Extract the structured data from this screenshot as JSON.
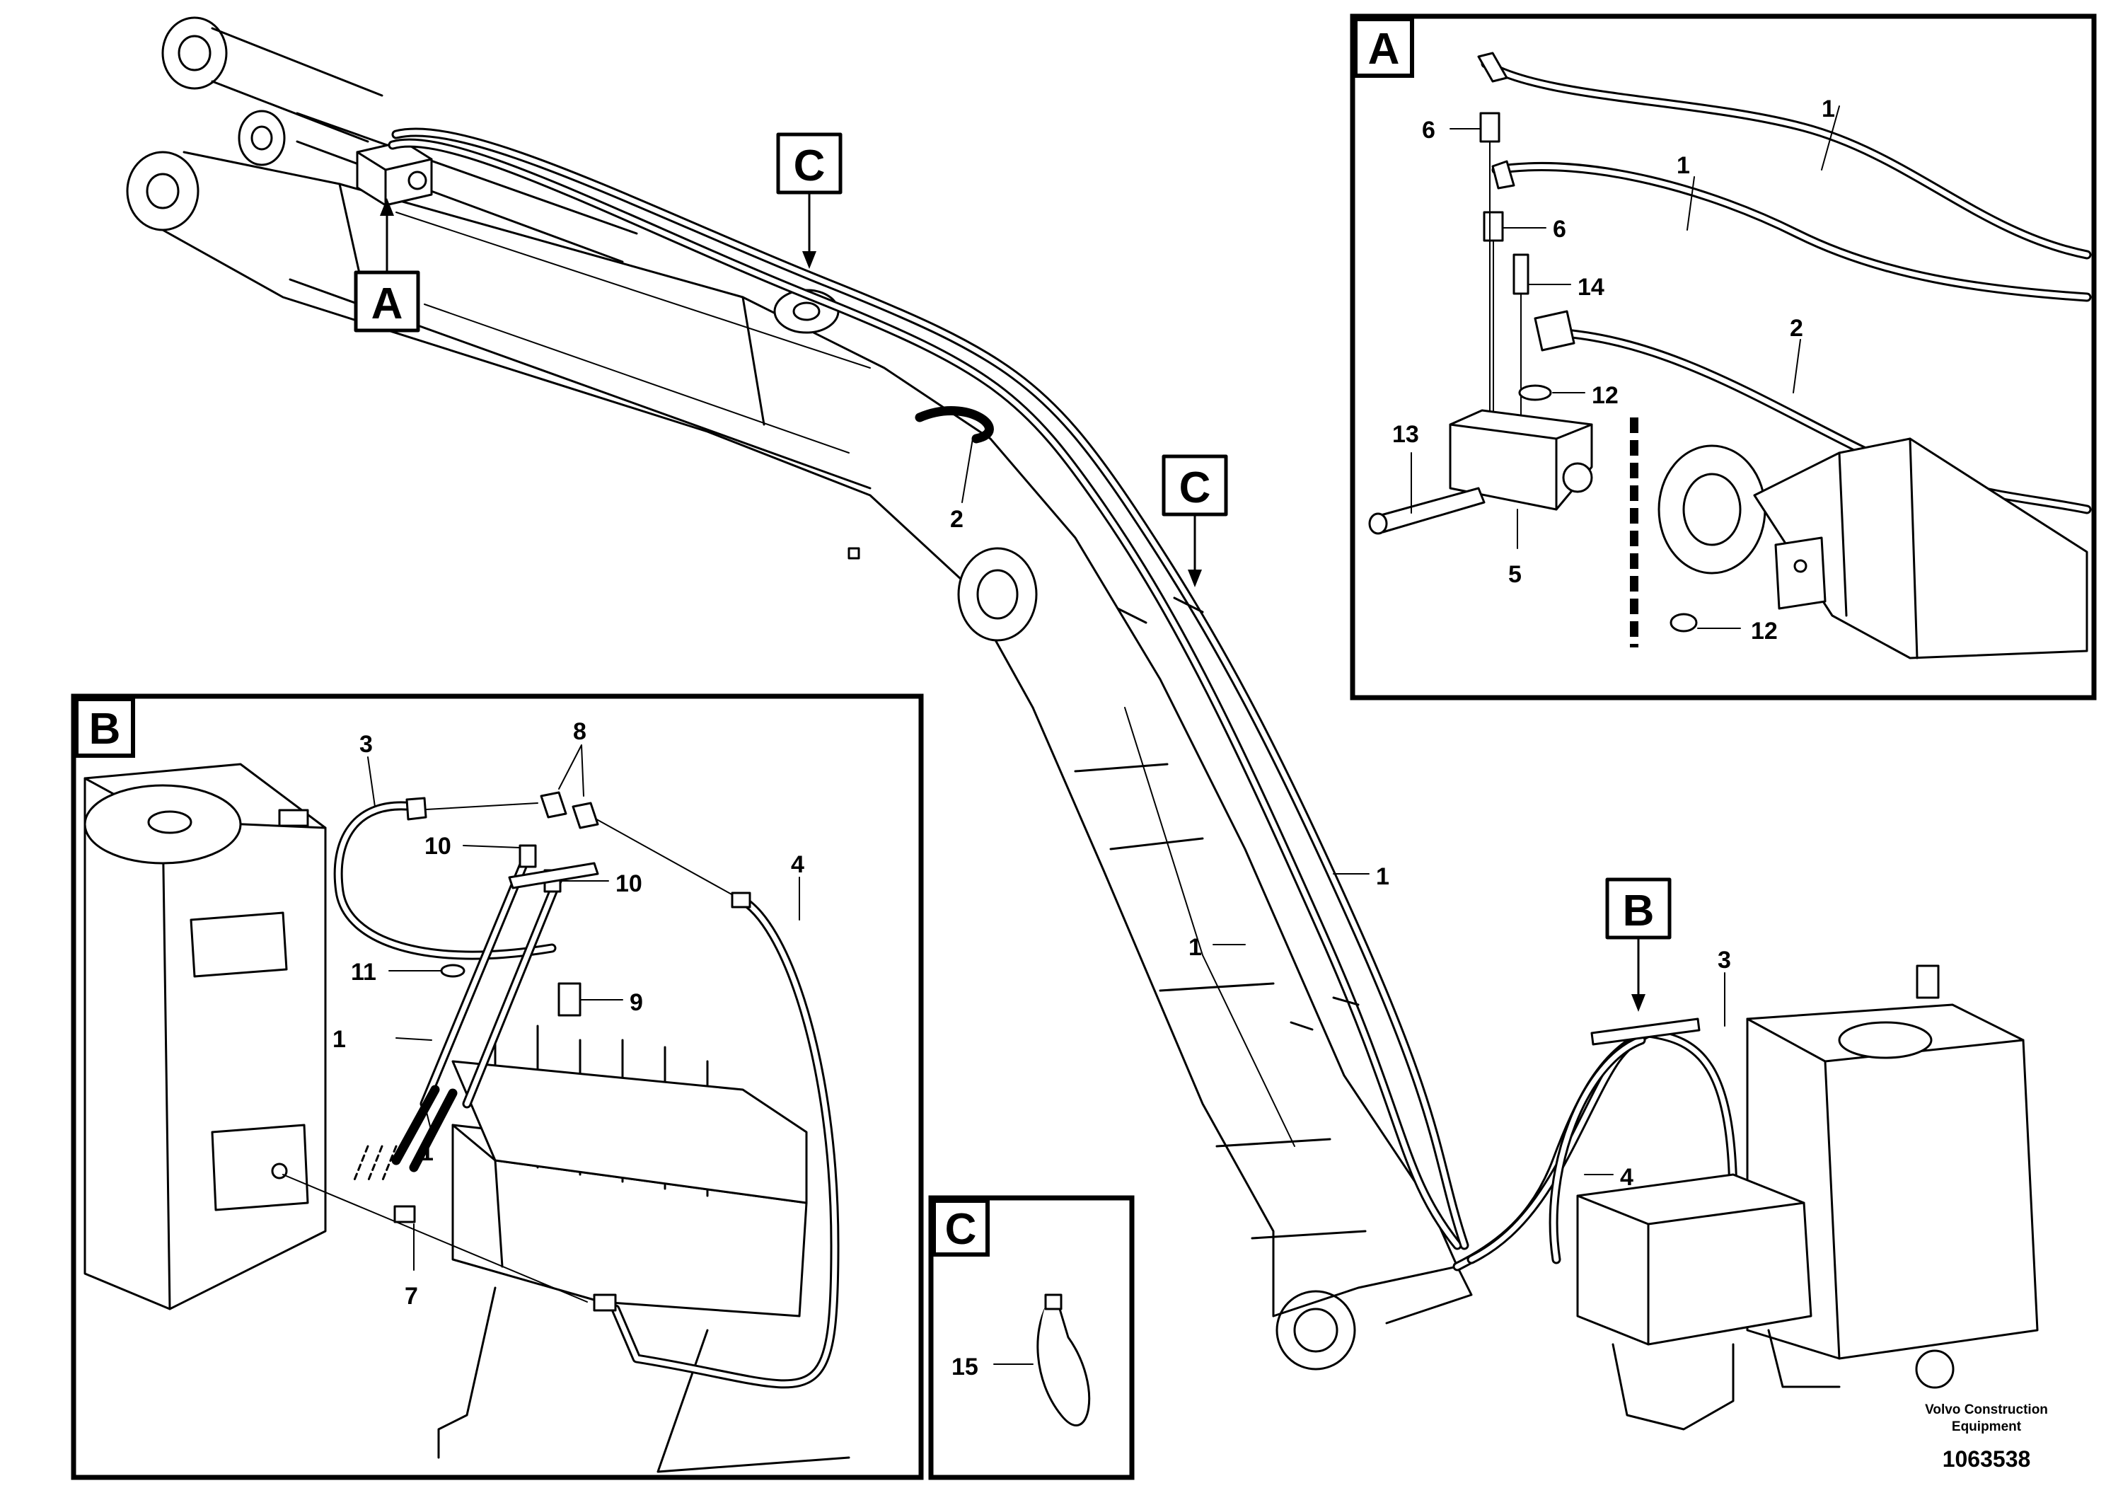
{
  "diagram": {
    "main_callouts": [
      "A",
      "B",
      "C",
      "C"
    ],
    "main_part_numbers": [
      "1",
      "1",
      "2",
      "3",
      "4"
    ],
    "detail_a": {
      "letter": "A",
      "part_numbers": [
        "1",
        "1",
        "2",
        "5",
        "6",
        "6",
        "12",
        "12",
        "13",
        "14"
      ]
    },
    "detail_b": {
      "letter": "B",
      "part_numbers": [
        "1",
        "1",
        "3",
        "4",
        "7",
        "8",
        "9",
        "10",
        "10",
        "11"
      ]
    },
    "detail_c": {
      "letter": "C",
      "part_numbers": [
        "15"
      ]
    }
  },
  "footer": {
    "brand_line1": "Volvo Construction",
    "brand_line2": "Equipment",
    "document_number": "1063538"
  }
}
